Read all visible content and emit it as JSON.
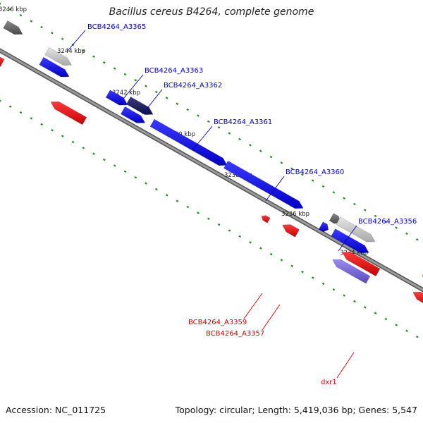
{
  "title": "Bacillus cereus B4264, complete genome",
  "footer": {
    "accession": "Accession: NC_011725",
    "topology": "Topology: circular; Length: 5,419,036 bp; Genes: 5,547"
  },
  "colors": {
    "backbone": "#808080",
    "tick": "#1f8a1f",
    "forward_label": "#0000cc",
    "reverse_label": "#d40000",
    "forward_gene": "#0000ee",
    "reverse_gene": "#ee0000",
    "gray_gene": "#c8c8c8",
    "dark_gene": "#1a1a66",
    "purple_gene": "#7a6ad8",
    "pink_gene": "#f0a0a0"
  },
  "ruler": [
    {
      "label": "3246 kbp"
    },
    {
      "label": "3244 kbp"
    },
    {
      "label": "3242 kbp"
    },
    {
      "label": "3240 kbp"
    },
    {
      "label": "3238 kbp"
    },
    {
      "label": "3236 kbp"
    },
    {
      "label": "3234 kbp"
    }
  ],
  "gene_labels": [
    {
      "text": "BCB4264_A3365",
      "strand": "forward"
    },
    {
      "text": "BCB4264_A3363",
      "strand": "forward"
    },
    {
      "text": "BCB4264_A3362",
      "strand": "forward"
    },
    {
      "text": "BCB4264_A3361",
      "strand": "forward"
    },
    {
      "text": "BCB4264_A3360",
      "strand": "forward"
    },
    {
      "text": "BCB4264_A3356",
      "strand": "forward"
    },
    {
      "text": "BCB4264_A3359",
      "strand": "reverse"
    },
    {
      "text": "BCB4264_A3357",
      "strand": "reverse"
    },
    {
      "text": "dxr1",
      "strand": "reverse"
    }
  ]
}
